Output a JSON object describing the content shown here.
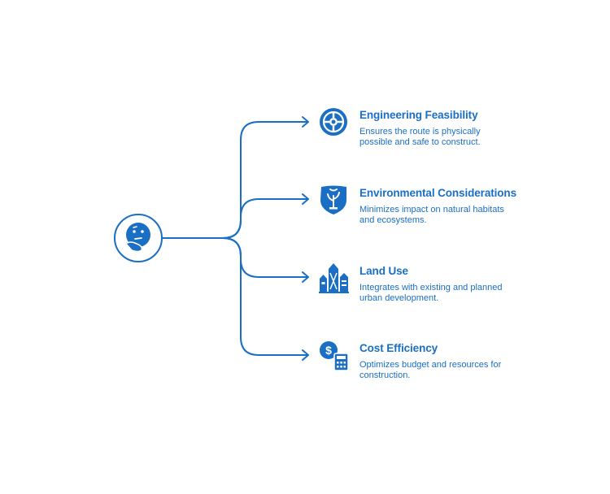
{
  "diagram": {
    "accent_color": "#1a6fc4",
    "center": {
      "icon": "thinking-face-icon"
    },
    "items": [
      {
        "title": "Engineering Feasibility",
        "description": "Ensures the route is physically possible and safe to construct.",
        "icon": "steering-wheel-icon"
      },
      {
        "title": "Environmental Considerations",
        "description": "Minimizes impact on natural habitats and ecosystems.",
        "icon": "shield-plant-icon"
      },
      {
        "title": "Land Use",
        "description": "Integrates with existing and planned urban development.",
        "icon": "buildings-icon"
      },
      {
        "title": "Cost Efficiency",
        "description": "Optimizes budget and resources for construction.",
        "icon": "dollar-calculator-icon"
      }
    ]
  }
}
